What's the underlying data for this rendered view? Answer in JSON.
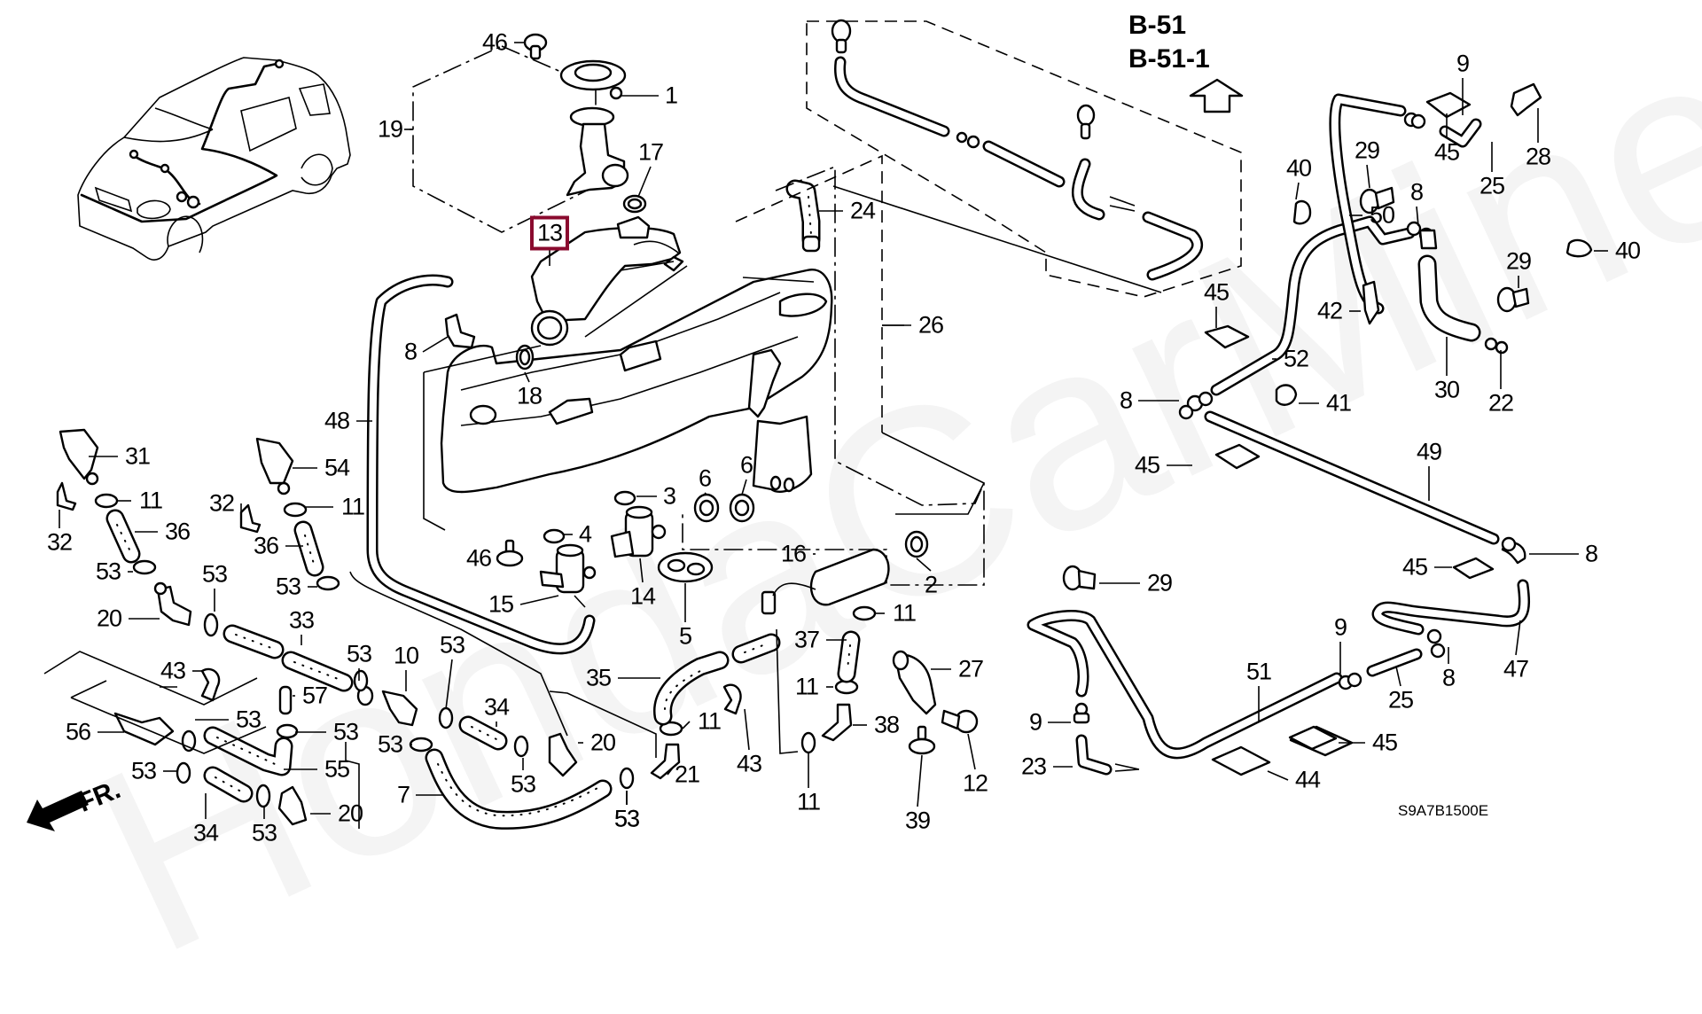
{
  "diagram": {
    "title_ref": [
      "B-51",
      "B-51-1"
    ],
    "diagram_code": "S9A7B1500E",
    "watermark": "HondaCarMine.ru",
    "direction_label": "FR.",
    "highlight_color": "#8a0a2e",
    "highlighted_part": "13",
    "callouts": [
      {
        "id": "c46a",
        "num": "46"
      },
      {
        "id": "c1",
        "num": "1"
      },
      {
        "id": "c19",
        "num": "19"
      },
      {
        "id": "c17",
        "num": "17"
      },
      {
        "id": "c13",
        "num": "13"
      },
      {
        "id": "c24",
        "num": "24"
      },
      {
        "id": "c26",
        "num": "26"
      },
      {
        "id": "c8a",
        "num": "8"
      },
      {
        "id": "c18",
        "num": "18"
      },
      {
        "id": "c48",
        "num": "48"
      },
      {
        "id": "c31",
        "num": "31"
      },
      {
        "id": "c11a",
        "num": "11"
      },
      {
        "id": "c32a",
        "num": "32"
      },
      {
        "id": "c36a",
        "num": "36"
      },
      {
        "id": "c53a",
        "num": "53"
      },
      {
        "id": "c54",
        "num": "54"
      },
      {
        "id": "c32b",
        "num": "32"
      },
      {
        "id": "c11b",
        "num": "11"
      },
      {
        "id": "c36b",
        "num": "36"
      },
      {
        "id": "c53b",
        "num": "53"
      },
      {
        "id": "c53c",
        "num": "53"
      },
      {
        "id": "c20a",
        "num": "20"
      },
      {
        "id": "c33",
        "num": "33"
      },
      {
        "id": "c43a",
        "num": "43"
      },
      {
        "id": "c53d",
        "num": "53"
      },
      {
        "id": "c10",
        "num": "10"
      },
      {
        "id": "c57",
        "num": "57"
      },
      {
        "id": "c56",
        "num": "56"
      },
      {
        "id": "c53e",
        "num": "53"
      },
      {
        "id": "c53f",
        "num": "53"
      },
      {
        "id": "c55",
        "num": "55"
      },
      {
        "id": "c53g",
        "num": "53"
      },
      {
        "id": "c34a",
        "num": "34"
      },
      {
        "id": "c53h",
        "num": "53"
      },
      {
        "id": "c20b",
        "num": "20"
      },
      {
        "id": "c53i",
        "num": "53"
      },
      {
        "id": "c34b",
        "num": "34"
      },
      {
        "id": "c53j",
        "num": "53"
      },
      {
        "id": "c53k",
        "num": "53"
      },
      {
        "id": "c20c",
        "num": "20"
      },
      {
        "id": "c7",
        "num": "7"
      },
      {
        "id": "c53l",
        "num": "53"
      },
      {
        "id": "c46b",
        "num": "46"
      },
      {
        "id": "c15",
        "num": "15"
      },
      {
        "id": "c4",
        "num": "4"
      },
      {
        "id": "c3",
        "num": "3"
      },
      {
        "id": "c14",
        "num": "14"
      },
      {
        "id": "c5",
        "num": "5"
      },
      {
        "id": "c6a",
        "num": "6"
      },
      {
        "id": "c6b",
        "num": "6"
      },
      {
        "id": "c16",
        "num": "16"
      },
      {
        "id": "c2",
        "num": "2"
      },
      {
        "id": "c11c",
        "num": "11"
      },
      {
        "id": "c35",
        "num": "35"
      },
      {
        "id": "c11d",
        "num": "11"
      },
      {
        "id": "c21",
        "num": "21"
      },
      {
        "id": "c53m",
        "num": "53"
      },
      {
        "id": "c37",
        "num": "37"
      },
      {
        "id": "c43b",
        "num": "43"
      },
      {
        "id": "c11e",
        "num": "11"
      },
      {
        "id": "c38",
        "num": "38"
      },
      {
        "id": "c11f",
        "num": "11"
      },
      {
        "id": "c27",
        "num": "27"
      },
      {
        "id": "c39",
        "num": "39"
      },
      {
        "id": "c12",
        "num": "12"
      },
      {
        "id": "c40a",
        "num": "40"
      },
      {
        "id": "c29a",
        "num": "29"
      },
      {
        "id": "c8b",
        "num": "8"
      },
      {
        "id": "c45a",
        "num": "45"
      },
      {
        "id": "c9a",
        "num": "9"
      },
      {
        "id": "c25a",
        "num": "25"
      },
      {
        "id": "c28",
        "num": "28"
      },
      {
        "id": "c50",
        "num": "50"
      },
      {
        "id": "c40b",
        "num": "40"
      },
      {
        "id": "c29b",
        "num": "29"
      },
      {
        "id": "c42",
        "num": "42"
      },
      {
        "id": "c45b",
        "num": "45"
      },
      {
        "id": "c52",
        "num": "52"
      },
      {
        "id": "c30",
        "num": "30"
      },
      {
        "id": "c22",
        "num": "22"
      },
      {
        "id": "c8c",
        "num": "8"
      },
      {
        "id": "c41",
        "num": "41"
      },
      {
        "id": "c45c",
        "num": "45"
      },
      {
        "id": "c49",
        "num": "49"
      },
      {
        "id": "c8d",
        "num": "8"
      },
      {
        "id": "c45d",
        "num": "45"
      },
      {
        "id": "c29c",
        "num": "29"
      },
      {
        "id": "c47",
        "num": "47"
      },
      {
        "id": "c9b",
        "num": "9"
      },
      {
        "id": "c25b",
        "num": "25"
      },
      {
        "id": "c8e",
        "num": "8"
      },
      {
        "id": "c51",
        "num": "51"
      },
      {
        "id": "c9c",
        "num": "9"
      },
      {
        "id": "c23",
        "num": "23"
      },
      {
        "id": "c44",
        "num": "44"
      },
      {
        "id": "c45e",
        "num": "45"
      }
    ]
  }
}
